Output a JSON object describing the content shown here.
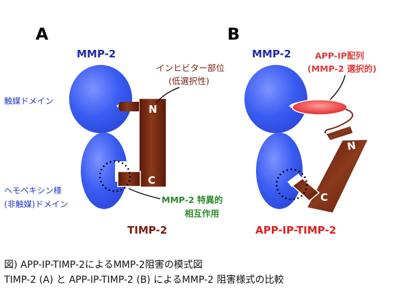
{
  "panels": {
    "a": {
      "letter": "A",
      "mmp_label": "MMP-2",
      "catalytic_label": "触媒ドメイン",
      "hemopexin_label_line1": "ヘモペキシン様",
      "hemopexin_label_line2": "(非触媒)ドメイン",
      "inhibitor_label_line1": "インヒビター部位",
      "inhibitor_label_line2": "(低選択性)",
      "n_label": "N",
      "c_label": "C",
      "interaction_line1": "MMP-2 特異的",
      "interaction_line2": "相互作用",
      "timp_label": "TIMP-2"
    },
    "b": {
      "letter": "B",
      "mmp_label": "MMP-2",
      "app_label_line1": "APP-IP配列",
      "app_label_line2": "(MMP-2 選択的)",
      "n_label": "N",
      "c_label": "C",
      "fusion_label": "APP-IP-TIMP-2"
    }
  },
  "caption": {
    "line1": "図) APP-IP-TIMP-2によるMMP-2阻害の模式図",
    "line2": "TIMP-2 (A) と APP-IP-TIMP-2 (B) によるMMP-2 阻害様式の比較"
  },
  "colors": {
    "mmp_blue": "#3355ee",
    "timp_brown": "#7a2a14",
    "app_red": "#e03030"
  }
}
